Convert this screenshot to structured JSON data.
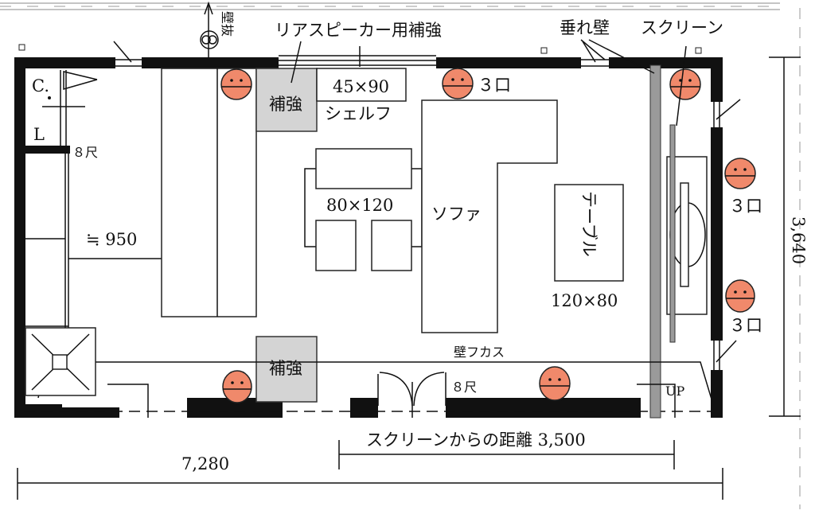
{
  "labels": {
    "wall_opening": "壁抜",
    "rear_speaker_reinforcement": "リアスピーカー用補強",
    "hanging_wall": "垂れ壁",
    "screen": "スクリーン",
    "reinforcement_top": "補強",
    "reinforcement_bottom": "補強",
    "shelf_size": "45×90",
    "shelf": "シェルフ",
    "outlet_top": "３口",
    "outlet_right_1": "３口",
    "outlet_right_2": "３口",
    "closet_c": "C.",
    "closet_l": "L",
    "height_8shaku_1": "８尺",
    "height_8shaku_2": "８尺",
    "approx_950": "≒ 950",
    "dining_table_size": "80×120",
    "sofa": "ソファ",
    "table": "テーブル",
    "table_size": "120×80",
    "wall_furring": "壁フカス",
    "up": "UP"
  },
  "dimensions": {
    "screen_distance": "スクリーンからの距離 3,500",
    "width": "7,280",
    "depth": "3,640"
  },
  "colors": {
    "speaker": "#f0896b",
    "reinforcement": "#d4d4d4",
    "wall": "#111111"
  }
}
